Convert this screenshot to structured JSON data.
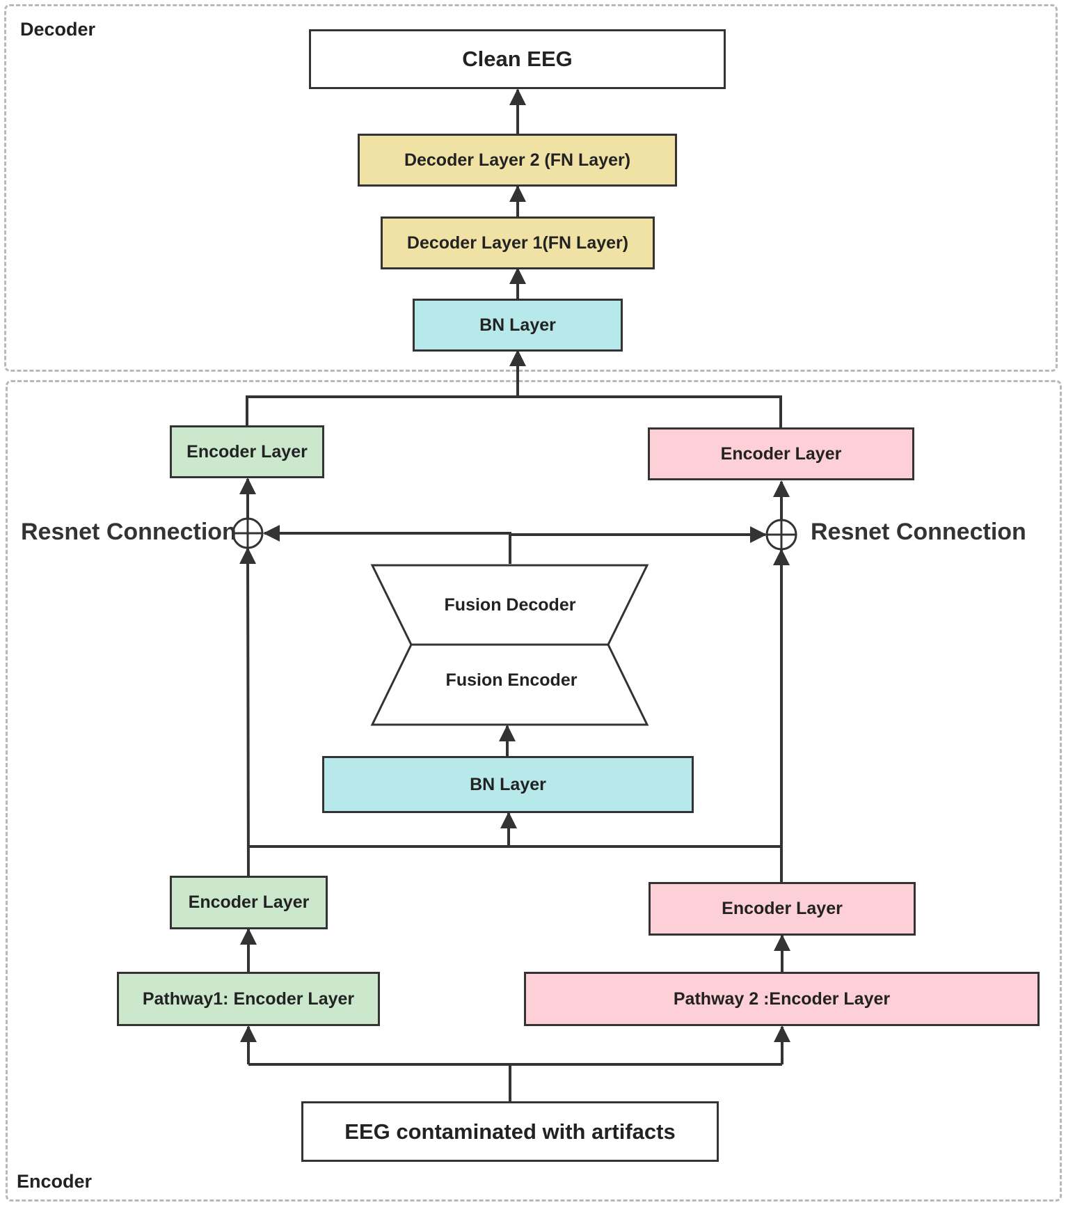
{
  "groups": {
    "decoder_label": "Decoder",
    "encoder_label": "Encoder"
  },
  "decoder": {
    "output": "Clean EEG",
    "layer2": "Decoder Layer 2 (FN Layer)",
    "layer1": "Decoder Layer 1(FN Layer)",
    "bn": "BN Layer"
  },
  "encoder": {
    "left_top": "Encoder Layer",
    "right_top": "Encoder Layer",
    "resnet_left": "Resnet Connection",
    "resnet_right": "Resnet Connection",
    "fusion_decoder": "Fusion Decoder",
    "fusion_encoder": "Fusion Encoder",
    "bn": "BN Layer",
    "left_mid": "Encoder Layer",
    "right_mid": "Encoder Layer",
    "pathway1": "Pathway1: Encoder Layer",
    "pathway2": "Pathway 2 :Encoder Layer",
    "input": "EEG contaminated with artifacts"
  },
  "colors": {
    "yellow": "#f0e2a4",
    "cyan": "#b7e9eb",
    "green": "#cbe8cd",
    "pink": "#fcd0d6",
    "line": "#333333",
    "dashed_border": "#b8b8b8"
  }
}
